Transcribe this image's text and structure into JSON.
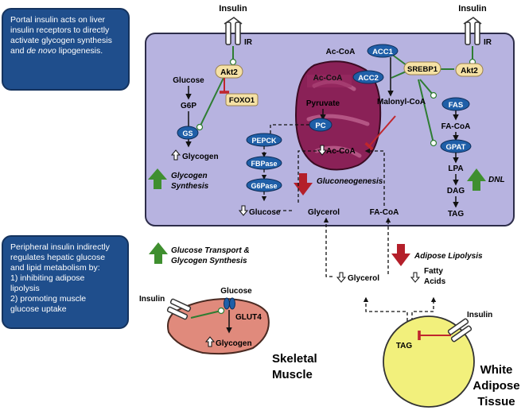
{
  "notes": {
    "portal": {
      "line1": "Portal insulin acts on liver",
      "line2": "insulin receptors to directly",
      "line3": "activate glycogen synthesis",
      "line4_pre": "and ",
      "line4_em": "de novo",
      "line4_post": " lipogenesis."
    },
    "peripheral": {
      "line1": "Peripheral insulin  indirectly",
      "line2": "regulates hepatic glucose",
      "line3": "and lipid metabolism by:",
      "line4": "1) inhibiting adipose",
      "line5": "lipolysis",
      "line6": "2) promoting muscle",
      "line7": "glucose uptake"
    }
  },
  "receptors": {
    "insulin_left": "Insulin",
    "ir_left": "IR",
    "insulin_right": "Insulin",
    "ir_right": "IR",
    "insulin_muscle": "Insulin",
    "insulin_adipose": "Insulin"
  },
  "liver": {
    "akt2_left": "Akt2",
    "foxo1": "FOXO1",
    "akt2_right": "Akt2",
    "srebp1": "SREBP1",
    "glucose": "Glucose",
    "g6p": "G6P",
    "gs": "GS",
    "glycogen": "Glycogen",
    "glycogen_synthesis_1": "Glycogen",
    "glycogen_synthesis_2": "Synthesis",
    "acc1": "ACC1",
    "acc2": "ACC2",
    "accoa_top": "Ac-CoA",
    "accoa_mito": "Ac-CoA",
    "accoa_bottom": "Ac-CoA",
    "pyruvate": "Pyruvate",
    "pc": "PC",
    "malonyl_coa": "Malonyl-CoA",
    "fas": "FAS",
    "facoa": "FA-CoA",
    "gpat": "GPAT",
    "lpa": "LPA",
    "dag": "DAG",
    "tag": "TAG",
    "dnl": "DNL",
    "pepck": "PEPCK",
    "fbpase": "FBPase",
    "g6pase": "G6Pase",
    "glucose_out": "Glucose",
    "gluconeogenesis": "Gluconeogenesis",
    "glycerol": "Glycerol",
    "facoa_bottom": "FA-CoA"
  },
  "periphery": {
    "glucose_transport_1": "Glucose Transport &",
    "glucose_transport_2": "Glycogen Synthesis",
    "adipose_lipolysis": "Adipose Lipolysis",
    "glycerol": "Glycerol",
    "fatty_acids_1": "Fatty",
    "fatty_acids_2": "Acids"
  },
  "muscle": {
    "glucose": "Glucose",
    "glut4": "GLUT4",
    "glycogen": "Glycogen",
    "label_1": "Skeletal",
    "label_2": "Muscle"
  },
  "adipose": {
    "tag": "TAG",
    "label_1": "White",
    "label_2": "Adipose",
    "label_3": "Tissue"
  },
  "colors": {
    "liver_fill": "#b7b3e0",
    "mito_fill": "#8a2157",
    "enzyme_fill": "#1f5fa8",
    "akt_fill": "#f5e1a5",
    "up_arrow": "#3f8f2f",
    "down_arrow": "#b41f2a",
    "muscle_fill": "#e08a7c",
    "adipose_fill": "#f2f07c",
    "note_fill": "#1f4e8c"
  }
}
